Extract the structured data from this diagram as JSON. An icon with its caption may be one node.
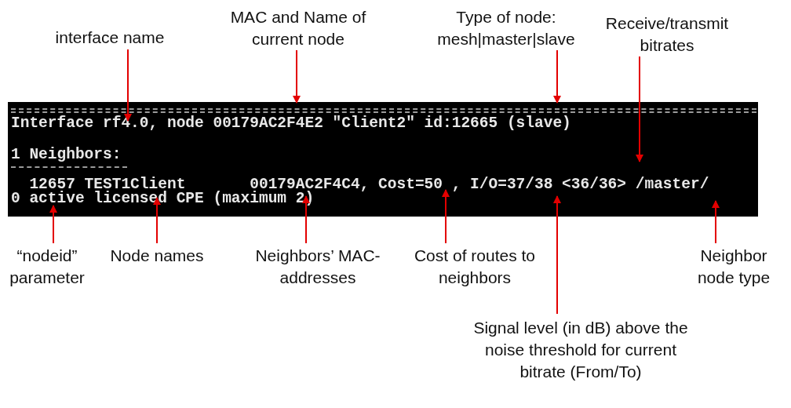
{
  "diagram": {
    "nodes": [
      {
        "text": [
          "Interface rf4.0, node 00179AC2F4E2 \"Client2\" id:12665 (slave)",
          "1 Neighbors:",
          "  12657 TEST1Client       00179AC2F4C4, Cost=50 , I/O=37/38 <36/36> /master/",
          "0 active licensed CPE (maximum 2)"
        ]
      },
      {
        "text": [
          "interface name"
        ]
      },
      {
        "text": [
          "MAC and Name of current node"
        ]
      },
      {
        "text": [
          "Type of node: mesh|master|slave"
        ]
      },
      {
        "text": [
          "Receive/transmit bitrates"
        ]
      },
      {
        "text": [
          "“nodeid” parameter"
        ]
      },
      {
        "text": [
          "Node names"
        ]
      },
      {
        "text": [
          "Neighbors’ MAC-addresses"
        ]
      },
      {
        "text": [
          "Cost of routes to neighbors"
        ]
      },
      {
        "text": [
          "Signal level (in dB) above the noise threshold for current bitrate (From/To)"
        ]
      },
      {
        "text": [
          "Neighbor node type"
        ]
      }
    ],
    "edges": [
      {
        "from": 1,
        "to": 0,
        "arrow": "to"
      },
      {
        "from": 2,
        "to": 0,
        "arrow": "to"
      },
      {
        "from": 3,
        "to": 0,
        "arrow": "to"
      },
      {
        "from": 4,
        "to": 0,
        "arrow": "to"
      },
      {
        "from": 5,
        "to": 0,
        "arrow": "to"
      },
      {
        "from": 6,
        "to": 0,
        "arrow": "to"
      },
      {
        "from": 7,
        "to": 0,
        "arrow": "to"
      },
      {
        "from": 8,
        "to": 0,
        "arrow": "to"
      },
      {
        "from": 9,
        "to": 0,
        "arrow": "to"
      },
      {
        "from": 10,
        "to": 0,
        "arrow": "to"
      }
    ]
  }
}
